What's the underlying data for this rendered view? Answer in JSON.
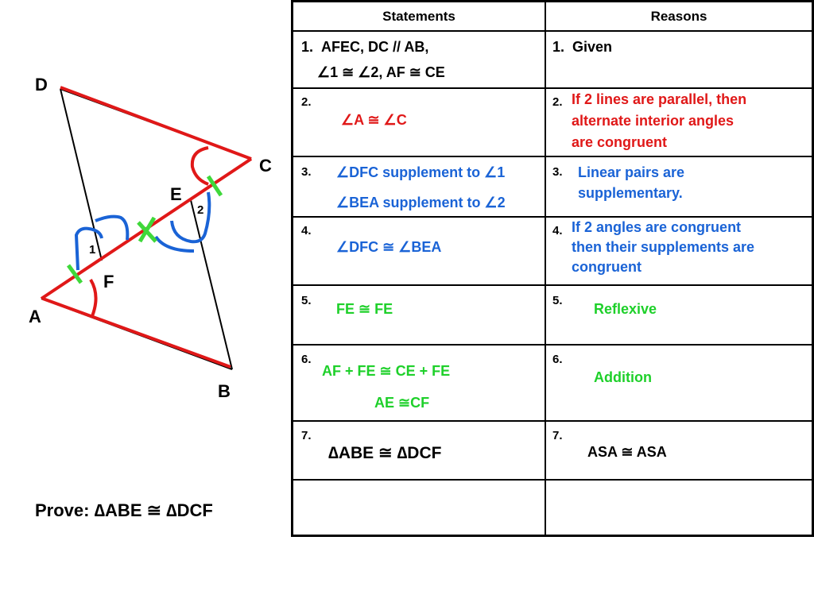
{
  "labels": {
    "D": "D",
    "C": "C",
    "E": "E",
    "F": "F",
    "A": "A",
    "B": "B",
    "angle1": "1",
    "angle2": "2"
  },
  "prove": "Prove:  ∆ABE ≅ ∆DCF",
  "colors": {
    "red": "#e01818",
    "blue": "#1a63d6",
    "green": "#1ed02a",
    "black": "#000000"
  },
  "table": {
    "headers": {
      "statements": "Statements",
      "reasons": "Reasons"
    },
    "rows": [
      {
        "num_s": "1.",
        "num_r": "1.",
        "stmt_line1": "AFEC, DC // AB,",
        "stmt_line2": "∠1 ≅ ∠2, AF ≅ CE",
        "reason": "Given"
      },
      {
        "num_s": "2.",
        "num_r": "2.",
        "stmt": "∠A ≅ ∠C",
        "reason_line1": "If 2 lines are parallel, then",
        "reason_line2": "alternate interior angles",
        "reason_line3": "are congruent"
      },
      {
        "num_s": "3.",
        "num_r": "3.",
        "stmt_line1": "∠DFC supplement to ∠1",
        "stmt_line2": "∠BEA supplement to ∠2",
        "reason_line1": "Linear pairs are",
        "reason_line2": "supplementary."
      },
      {
        "num_s": "4.",
        "num_r": "4.",
        "stmt": "∠DFC  ≅  ∠BEA",
        "reason_line1": "If 2 angles are congruent",
        "reason_line2": "then their supplements are",
        "reason_line3": "congruent"
      },
      {
        "num_s": "5.",
        "num_r": "5.",
        "stmt": "FE ≅ FE",
        "reason": "Reflexive"
      },
      {
        "num_s": "6.",
        "num_r": "6.",
        "stmt_line1": "AF + FE ≅ CE + FE",
        "stmt_line2": "AE ≅CF",
        "reason": "Addition"
      },
      {
        "num_s": "7.",
        "num_r": "7.",
        "stmt": "∆ABE ≅ ∆DCF",
        "reason": "ASA ≅ ASA"
      }
    ]
  }
}
